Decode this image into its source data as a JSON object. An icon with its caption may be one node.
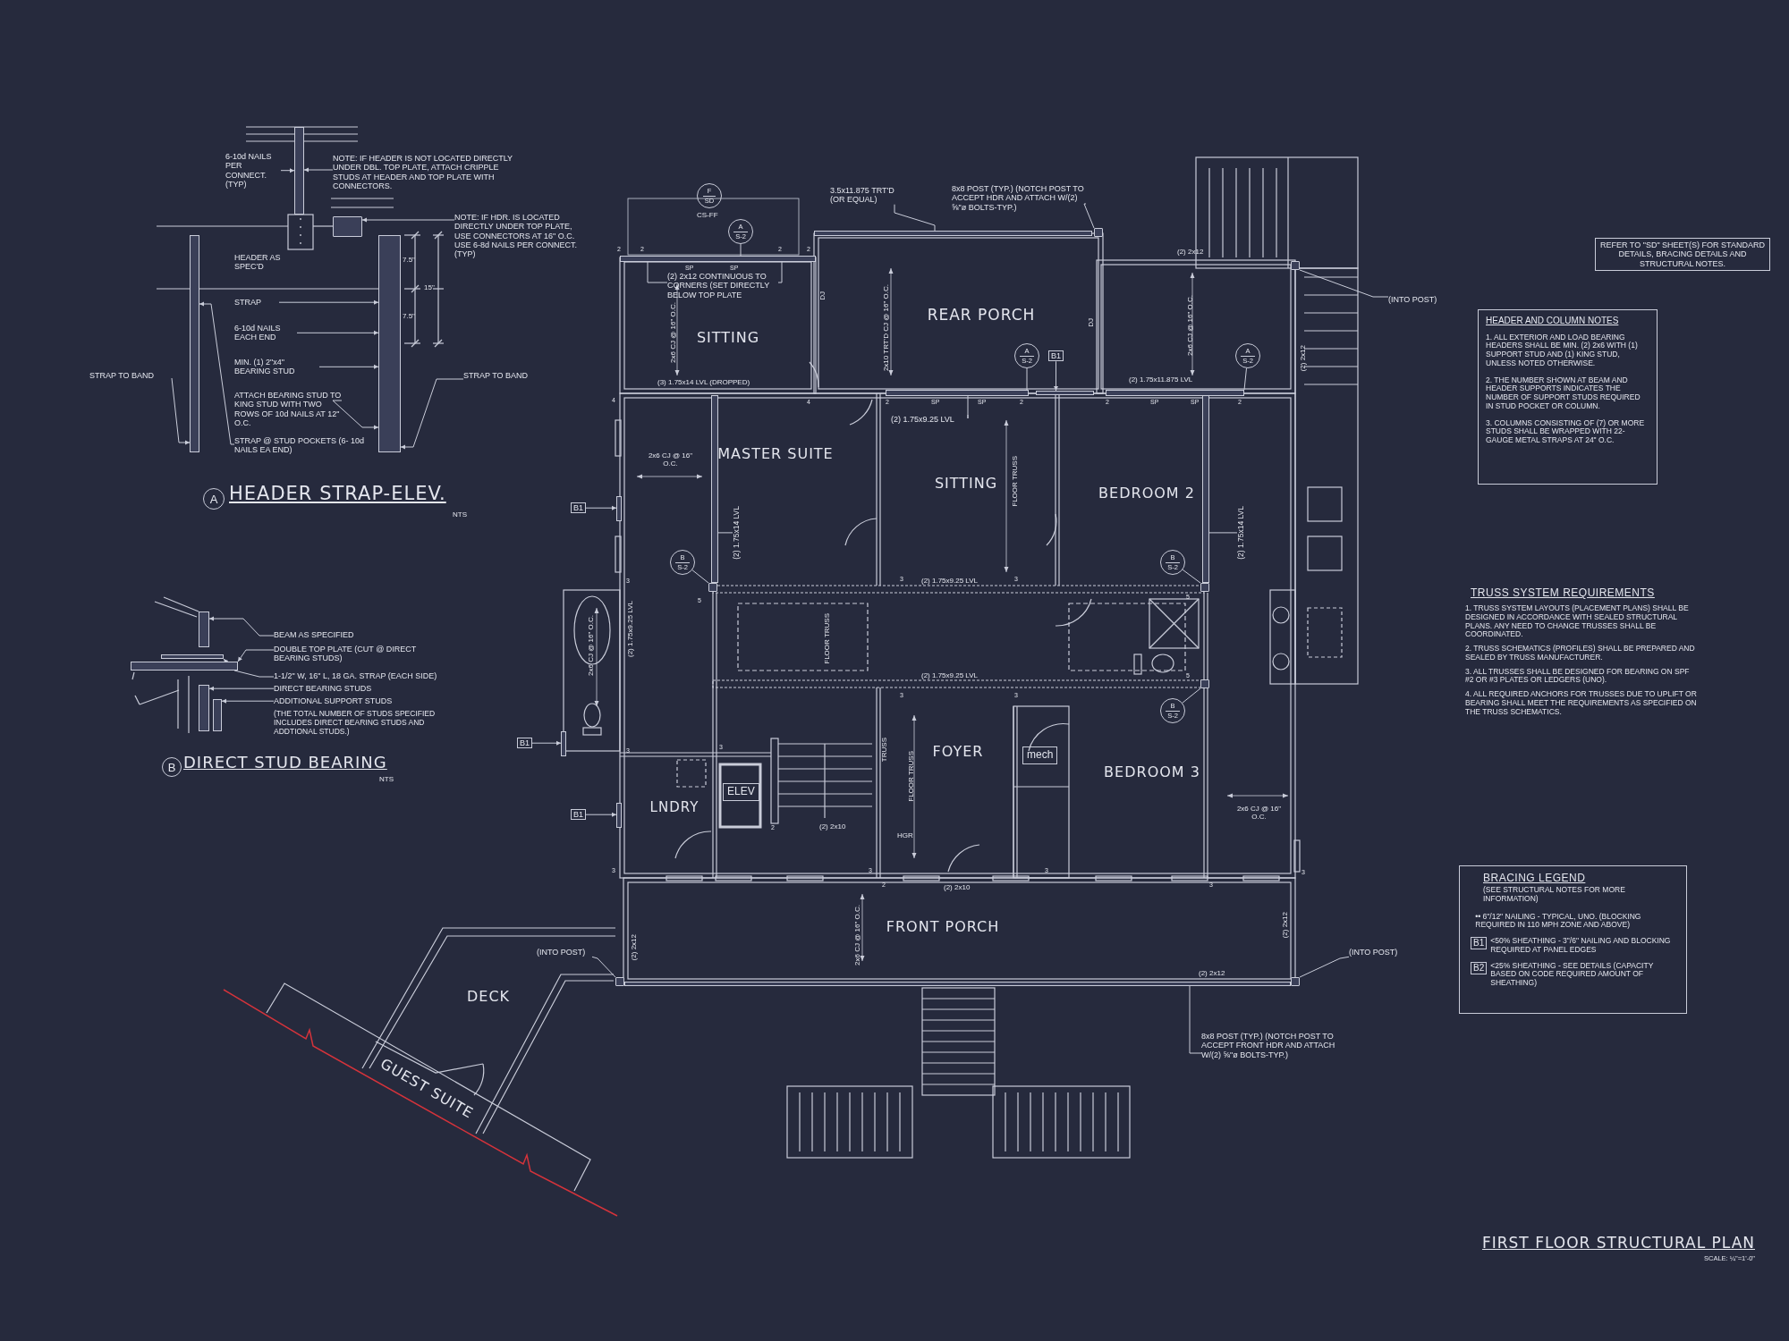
{
  "diagram": {
    "title": "FIRST FLOOR STRUCTURAL PLAN",
    "nodes": [
      {
        "text": [
          "6-10d NAILS PER CONNECT. (TYP)"
        ]
      },
      {
        "text": [
          "NOTE: IF HEADER IS NOT LOCATED DIRECTLY UNDER DBL. TOP PLATE, ATTACH CRIPPLE STUDS AT HEADER AND TOP PLATE WITH CONNECTORS."
        ]
      },
      {
        "text": [
          "NOTE: IF HDR. IS LOCATED DIRECTLY UNDER TOP PLATE, USE CONNECTORS AT 16\" O.C. USE 6-8d NAILS PER CONNECT. (TYP)"
        ]
      },
      {
        "text": [
          "STRAP"
        ]
      },
      {
        "text": [
          "6-10d NAILS EACH END"
        ]
      },
      {
        "text": [
          "MIN. (1) 2\"x4\" BEARING STUD"
        ]
      },
      {
        "text": [
          "STRAP TO BAND"
        ]
      },
      {
        "text": [
          "ATTACH BEARING STUD TO KING STUD WITH TWO ROWS OF 10d NAILS AT 12\" O.C."
        ]
      },
      {
        "text": [
          "STRAP @ STUD POCKETS (6- 10d NAILS EA END)"
        ]
      },
      {
        "text": [
          "STRAP TO BAND"
        ]
      },
      {
        "text": [
          "A"
        ],
        "beside": [
          "HEADER STRAP-ELEV.",
          "NTS"
        ]
      },
      {
        "text": [
          "BEAM AS SPECIFIED"
        ]
      },
      {
        "text": [
          "DOUBLE TOP PLATE (CUT @ DIRECT BEARING STUDS)"
        ]
      },
      {
        "text": [
          "1-1/2\" W, 16\" L, 18 GA. STRAP (EACH SIDE)"
        ]
      },
      {
        "text": [
          "DIRECT BEARING STUDS"
        ]
      },
      {
        "text": [
          "ADDITIONAL SUPPORT STUDS"
        ]
      },
      {
        "text": [
          "B"
        ],
        "beside": [
          "DIRECT STUD BEARING",
          "NTS"
        ]
      },
      {
        "text": [
          "F",
          "SD"
        ],
        "beside": [
          "CS-FF"
        ]
      },
      {
        "text": [
          "A",
          "S-2"
        ]
      },
      {
        "text": [
          "3.5x11.875 TRT'D (OR EQUAL)"
        ]
      },
      {
        "text": [
          "8x8 POST (TYP.) (NOTCH POST TO ACCEPT HDR AND ATTACH W/(2) ⅝\"ø BOLTS-TYP.)"
        ]
      },
      {
        "text": [
          "(2) 2x12 CONTINUOUS TO CORNERS (SET DIRECTLY BELOW TOP PLATE"
        ]
      },
      {
        "text": [
          "SITTING"
        ]
      },
      {
        "text": [
          "REAR PORCH"
        ]
      },
      {
        "text": [
          "(INTO POST)"
        ]
      },
      {
        "text": [
          "A",
          "S-2"
        ]
      },
      {
        "text": [
          "B1"
        ]
      },
      {
        "text": [
          "A",
          "S-2"
        ]
      },
      {
        "text": [
          "(2) 1.75x9.25 LVL"
        ]
      },
      {
        "text": [
          "MASTER SUITE"
        ]
      },
      {
        "text": [
          "SITTING"
        ]
      },
      {
        "text": [
          "BEDROOM 2"
        ]
      },
      {
        "text": [
          "B1"
        ]
      },
      {
        "text": [
          "(2) 1.75x14 LVL"
        ]
      },
      {
        "text": [
          "(2) 1.75x14 LVL"
        ]
      },
      {
        "text": [
          "B",
          "S-2"
        ]
      },
      {
        "text": [
          "B",
          "S-2"
        ]
      },
      {
        "text": [
          "B",
          "S-2"
        ]
      },
      {
        "text": [
          "B1"
        ]
      },
      {
        "text": [
          "FOYER"
        ]
      },
      {
        "text": [
          "mech"
        ]
      },
      {
        "text": [
          "BEDROOM 3"
        ]
      },
      {
        "text": [
          "ELEV"
        ]
      },
      {
        "text": [
          "LNDRY"
        ]
      },
      {
        "text": [
          "B1"
        ]
      },
      {
        "text": [
          "FRONT PORCH"
        ]
      },
      {
        "text": [
          "(INTO POST)"
        ]
      },
      {
        "text": [
          "(INTO POST)"
        ]
      },
      {
        "text": [
          "DECK"
        ]
      },
      {
        "text": [
          "GUEST SUITE"
        ]
      },
      {
        "text": [
          "8x8 POST (TYP.) (NOTCH POST TO ACCEPT FRONT HDR AND ATTACH W/(2) ⅝\"ø BOLTS-TYP.)"
        ]
      },
      {
        "text": [
          "REFER TO \"SD\" SHEET(S) FOR STANDARD DETAILS, BRACING DETAILS AND STRUCTURAL NOTES."
        ]
      },
      {
        "text": [
          "HEADER AND COLUMN NOTES",
          "1. ALL EXTERIOR AND LOAD BEARING HEADERS SHALL BE MIN. (2) 2x6 WITH (1) SUPPORT STUD AND (1) KING STUD, UNLESS NOTED OTHERWISE.",
          "2. THE NUMBER SHOWN AT BEAM AND HEADER SUPPORTS INDICATES THE NUMBER OF SUPPORT STUDS REQUIRED IN STUD POCKET OR COLUMN.",
          "3. COLUMNS CONSISTING OF (7) OR MORE STUDS SHALL BE WRAPPED WITH 22-GAUGE METAL STRAPS AT 24\" O.C."
        ]
      },
      {
        "text": [],
        "shape": "bar"
      },
      {
        "text": [],
        "shape": "box"
      },
      {
        "text": [],
        "shape": "bar"
      },
      {
        "text": [],
        "shape": "bar"
      },
      {
        "text": [],
        "shape": "bar"
      },
      {
        "text": [],
        "shape": "bar"
      },
      {
        "text": [],
        "shape": "bar"
      },
      {
        "text": [],
        "shape": "bar"
      },
      {
        "text": [],
        "shape": "bar"
      },
      {
        "text": [],
        "shape": "bar"
      },
      {
        "text": [],
        "shape": "box"
      },
      {
        "text": [],
        "shape": "box"
      },
      {
        "text": [],
        "shape": "bar"
      },
      {
        "text": [],
        "shape": "bar"
      },
      {
        "text": [],
        "shape": "bar"
      },
      {
        "text": [],
        "shape": "bar"
      },
      {
        "text": [],
        "shape": "box"
      },
      {
        "text": [],
        "shape": "box"
      },
      {
        "text": [],
        "shape": "box"
      },
      {
        "text": [],
        "shape": "box"
      },
      {
        "text": [],
        "shape": "box"
      },
      {
        "text": [],
        "shape": "bar"
      },
      {
        "text": [],
        "shape": "bar"
      },
      {
        "text": [],
        "shape": "bar"
      },
      {
        "text": [],
        "shape": "bar"
      },
      {
        "text": [],
        "shape": "bar"
      },
      {
        "text": [],
        "shape": "bar"
      }
    ],
    "edges": [
      {
        "from": 0,
        "to": 53,
        "arrow": "to"
      },
      {
        "from": 1,
        "to": 53,
        "arrow": "to"
      },
      {
        "from": 2,
        "to": 54,
        "arrow": "to"
      },
      {
        "from": 3,
        "to": 56,
        "arrow": "to"
      },
      {
        "from": 4,
        "to": 56,
        "arrow": "to"
      },
      {
        "from": 5,
        "to": 56,
        "arrow": "to"
      },
      {
        "from": 6,
        "to": 55,
        "arrow": "to"
      },
      {
        "from": 7,
        "to": 56,
        "arrow": "to"
      },
      {
        "from": 8,
        "to": 55,
        "arrow": "to"
      },
      {
        "from": 9,
        "to": 56,
        "arrow": "to"
      },
      {
        "from": 11,
        "to": 57,
        "arrow": "to"
      },
      {
        "from": 12,
        "to": 58,
        "arrow": "to"
      },
      {
        "from": 13,
        "to": 59,
        "arrow": "to"
      },
      {
        "from": 14,
        "to": 60,
        "arrow": "to"
      },
      {
        "from": 15,
        "to": 61,
        "arrow": "to"
      },
      {
        "from": 18,
        "to": 62,
        "arrow": "none"
      },
      {
        "from": 19,
        "to": 75,
        "arrow": "none"
      },
      {
        "from": 20,
        "to": 63,
        "arrow": "none"
      },
      {
        "from": 21,
        "to": 62,
        "arrow": "none"
      },
      {
        "from": 21,
        "to": 62,
        "arrow": "none"
      },
      {
        "from": 24,
        "to": 64,
        "arrow": "none"
      },
      {
        "from": 25,
        "to": 65,
        "arrow": "none"
      },
      {
        "from": 26,
        "to": 76,
        "arrow": "to"
      },
      {
        "from": 27,
        "to": 66,
        "arrow": "none"
      },
      {
        "from": 28,
        "to": 65,
        "arrow": "none"
      },
      {
        "from": 32,
        "to": 79,
        "arrow": "to"
      },
      {
        "from": 33,
        "to": 67,
        "arrow": "none"
      },
      {
        "from": 34,
        "to": 68,
        "arrow": "none"
      },
      {
        "from": 35,
        "to": 69,
        "arrow": "none"
      },
      {
        "from": 36,
        "to": 70,
        "arrow": "none"
      },
      {
        "from": 37,
        "to": 71,
        "arrow": "none"
      },
      {
        "from": 38,
        "to": 77,
        "arrow": "to"
      },
      {
        "from": 44,
        "to": 78,
        "arrow": "to"
      },
      {
        "from": 46,
        "to": 72,
        "arrow": "none"
      },
      {
        "from": 47,
        "to": 73,
        "arrow": "none"
      },
      {
        "from": 50,
        "to": 74,
        "arrow": "none"
      }
    ],
    "labels": [
      "HEADER AS SPEC'D",
      "7.5\"",
      "15\"",
      "7.5\"",
      "(THE TOTAL NUMBER OF STUDS SPECIFIED INCLUDES DIRECT BEARING STUDS AND ADDTIONAL STUDS.)",
      "2",
      "2",
      "SP",
      "SP",
      "2",
      "2",
      "(2) 2x12",
      "2x10 TRT'D CJ @ 16\" O.C.",
      "DJ",
      "2x6 CJ @ 16\" O.C.",
      "DJ",
      "2x6 CJ @ 16\" O.C.",
      "(2) 2x12",
      "(3) 1.75x14 LVL (DROPPED)",
      "4",
      "4",
      "2",
      "SP",
      "SP",
      "2",
      "(2) 1.75x11.875 LVL",
      "2",
      "SP",
      "SP",
      "2",
      "2x6 CJ @ 16\" O.C.",
      "FLOOR TRUSS",
      "(2) 1.75x9.25 LVL",
      "2x6 CJ @ 16\" O.C.",
      "(2) 1.75x9.25 LVL",
      "FLOOR TRUSS",
      "(2) 1.75x9.25 LVL",
      "TRUSS",
      "FLOOR TRUSS",
      "2x6 CJ @ 16\" O.C.",
      "(2) 2x10",
      "HGR",
      "(2) 2x10",
      "2x6 CJ @ 16\" O.C.",
      "(2) 2x12",
      "(2) 2x12",
      "(2) 2x12",
      "3",
      "3",
      "5",
      "3",
      "3",
      "5",
      "3",
      "3",
      "5",
      "3",
      "2",
      "3",
      "3",
      "2",
      "3",
      "3",
      "3",
      "TRUSS SYSTEM REQUIREMENTS",
      "1. TRUSS SYSTEM LAYOUTS (PLACEMENT PLANS) SHALL BE DESIGNED IN ACCORDANCE WITH SEALED STRUCTURAL PLANS. ANY NEED TO CHANGE TRUSSES SHALL BE COORDINATED.",
      "2. TRUSS SCHEMATICS (PROFILES) SHALL BE PREPARED AND SEALED BY TRUSS MANUFACTURER.",
      "3. ALL TRUSSES SHALL BE DESIGNED FOR BEARING ON SPF #2 OR #3 PLATES OR LEDGERS (UNO).",
      "4. ALL REQUIRED ANCHORS FOR TRUSSES DUE TO UPLIFT OR BEARING SHALL MEET THE REQUIREMENTS AS SPECIFIED ON THE TRUSS SCHEMATICS.",
      "BRACING LEGEND",
      "(SEE STRUCTURAL NOTES FOR MORE INFORMATION)",
      "B1",
      "B2",
      "SCALE: ¼\"=1'-0\""
    ],
    "legend": [
      {
        "text": "•• 6\"/12\" NAILING - TYPICAL, UNO. (BLOCKING REQUIRED IN 110 MPH ZONE AND ABOVE)"
      },
      {
        "text": "<50% SHEATHING - 3\"/6\" NAILING AND BLOCKING REQUIRED AT PANEL EDGES"
      },
      {
        "text": "<25% SHEATHING - SEE DETAILS (CAPACITY BASED ON CODE REQUIRED AMOUNT OF SHEATHING)"
      }
    ]
  }
}
